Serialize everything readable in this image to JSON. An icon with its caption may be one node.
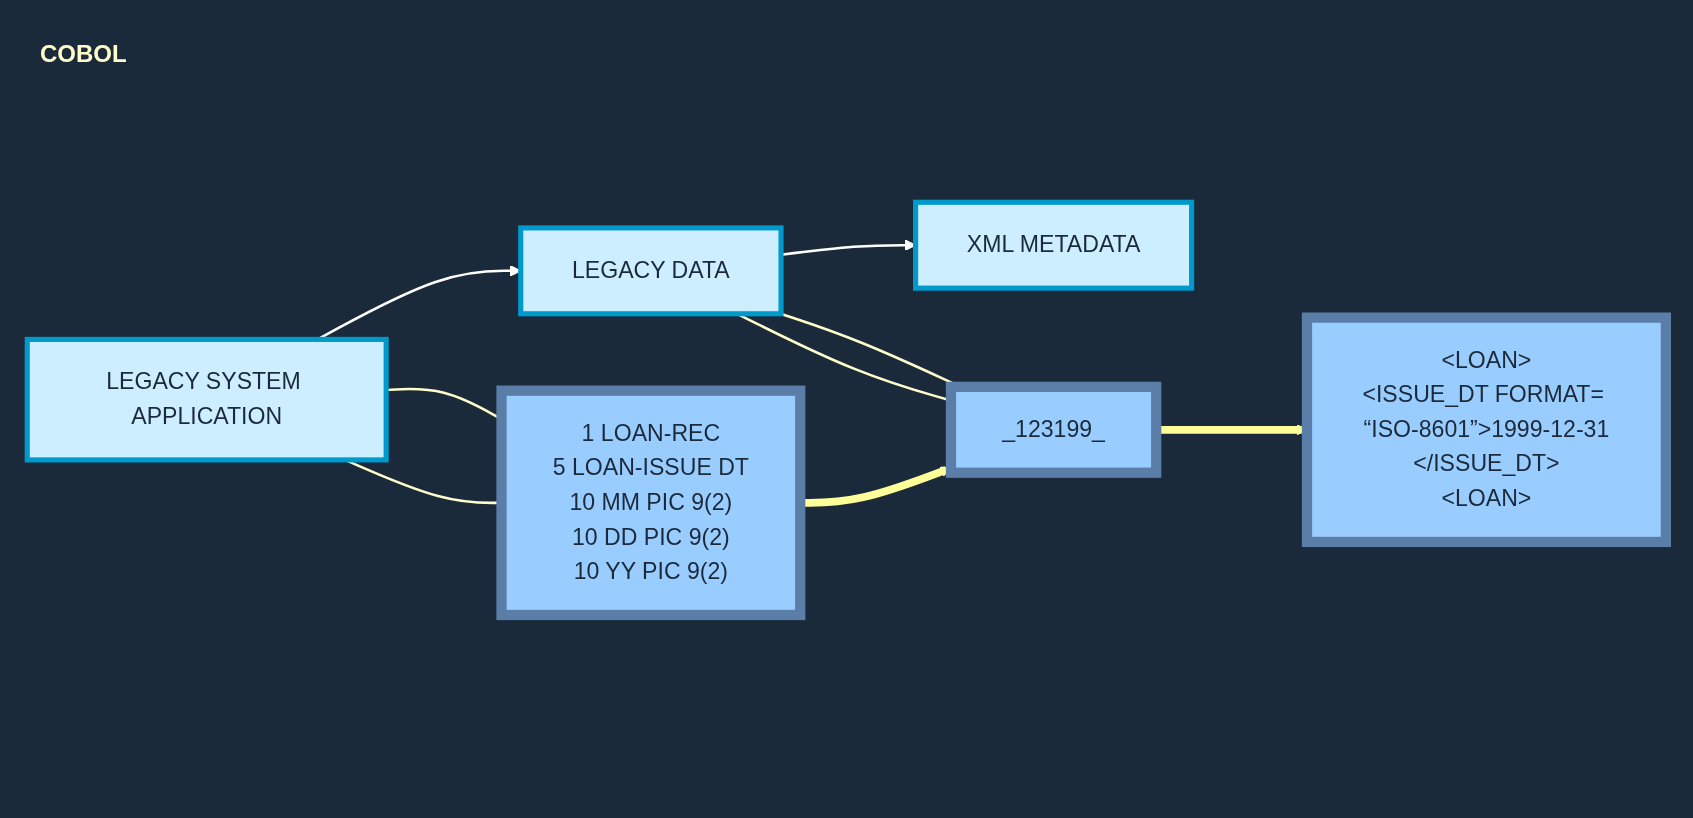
{
  "diagram": {
    "nodes": [
      {
        "text": [
          "LEGACY SYSTEM APPLICATION"
        ]
      },
      {
        "text": [
          "LEGACY DATA"
        ]
      },
      {
        "text": [
          "XML METADATA"
        ]
      },
      {
        "text": [
          "1 LOAN-REC",
          "5 LOAN-ISSUE DT",
          "10 MM PIC 9(2)",
          "10 DD PIC 9(2)",
          "10 YY PIC 9(2)"
        ]
      },
      {
        "text": [
          "_123199_"
        ]
      },
      {
        "text": [
          "<LOAN>",
          "<ISSUE_DT FORMAT= “ISO-8601”>1999-12-31",
          "</ISSUE_DT>",
          "<LOAN>"
        ]
      }
    ],
    "edges": [
      {
        "from": 0,
        "to": 1,
        "arrow": "to"
      },
      {
        "from": 1,
        "to": 2,
        "arrow": "to"
      },
      {
        "from": 0,
        "to": 3,
        "arrow": "none",
        "color": "#ffffcc"
      },
      {
        "from": 0,
        "to": 3,
        "arrow": "none",
        "color": "#ffffcc"
      },
      {
        "from": 1,
        "to": 4,
        "arrow": "none",
        "color": "#ffffcc"
      },
      {
        "from": 1,
        "to": 4,
        "arrow": "none",
        "color": "#ffffcc"
      },
      {
        "from": 3,
        "to": 4,
        "arrow": "to",
        "style": "thick",
        "color": "#ffff99"
      },
      {
        "from": 4,
        "to": 5,
        "arrow": "to",
        "style": "thick",
        "color": "#ffff99"
      }
    ],
    "labels": [
      "COBOL"
    ]
  }
}
